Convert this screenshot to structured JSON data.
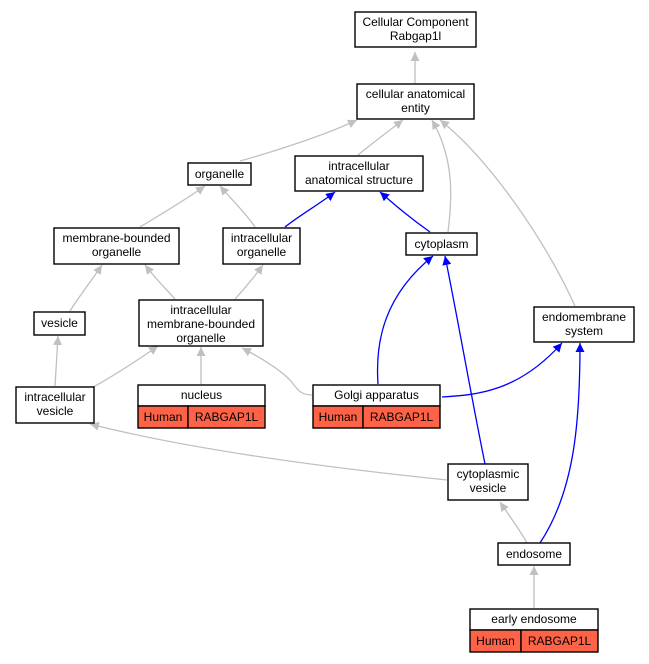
{
  "colors": {
    "grey_edge": "#c0c0c0",
    "blue_edge": "#0000ff",
    "annotation_fill": "#ff6347",
    "node_border": "#000000"
  },
  "nodes": {
    "root": {
      "lines": [
        "Cellular Component",
        "Rabgap1l"
      ]
    },
    "cae": {
      "lines": [
        "cellular anatomical",
        "entity"
      ]
    },
    "organelle": {
      "lines": [
        "organelle"
      ]
    },
    "ias": {
      "lines": [
        "intracellular",
        "anatomical structure"
      ]
    },
    "mbo": {
      "lines": [
        "membrane-bounded",
        "organelle"
      ]
    },
    "io": {
      "lines": [
        "intracellular",
        "organelle"
      ]
    },
    "cytoplasm": {
      "lines": [
        "cytoplasm"
      ]
    },
    "vesicle": {
      "lines": [
        "vesicle"
      ]
    },
    "imbo": {
      "lines": [
        "intracellular",
        "membrane-bounded",
        "organelle"
      ]
    },
    "endo_sys": {
      "lines": [
        "endomembrane",
        "system"
      ]
    },
    "iv": {
      "lines": [
        "intracellular",
        "vesicle"
      ]
    },
    "nucleus": {
      "lines": [
        "nucleus"
      ],
      "annotation": [
        "Human",
        "RABGAP1L"
      ]
    },
    "golgi": {
      "lines": [
        "Golgi apparatus"
      ],
      "annotation": [
        "Human",
        "RABGAP1L"
      ]
    },
    "cv": {
      "lines": [
        "cytoplasmic",
        "vesicle"
      ]
    },
    "endosome": {
      "lines": [
        "endosome"
      ]
    },
    "early": {
      "lines": [
        "early endosome"
      ],
      "annotation": [
        "Human",
        "RABGAP1L"
      ]
    }
  },
  "edges": [
    {
      "from": "cae",
      "to": "root",
      "color": "grey"
    },
    {
      "from": "organelle",
      "to": "cae",
      "color": "grey"
    },
    {
      "from": "ias",
      "to": "cae",
      "color": "grey"
    },
    {
      "from": "cytoplasm",
      "to": "cae",
      "color": "grey"
    },
    {
      "from": "endo_sys",
      "to": "cae",
      "color": "grey"
    },
    {
      "from": "mbo",
      "to": "organelle",
      "color": "grey"
    },
    {
      "from": "io",
      "to": "organelle",
      "color": "grey"
    },
    {
      "from": "io",
      "to": "ias",
      "color": "blue"
    },
    {
      "from": "cytoplasm",
      "to": "ias",
      "color": "blue"
    },
    {
      "from": "vesicle",
      "to": "mbo",
      "color": "grey"
    },
    {
      "from": "imbo",
      "to": "mbo",
      "color": "grey"
    },
    {
      "from": "imbo",
      "to": "io",
      "color": "grey"
    },
    {
      "from": "iv",
      "to": "vesicle",
      "color": "grey"
    },
    {
      "from": "iv",
      "to": "imbo",
      "color": "grey"
    },
    {
      "from": "nucleus",
      "to": "imbo",
      "color": "grey"
    },
    {
      "from": "golgi",
      "to": "imbo",
      "color": "grey"
    },
    {
      "from": "golgi",
      "to": "cytoplasm",
      "color": "blue"
    },
    {
      "from": "golgi",
      "to": "endo_sys",
      "color": "blue"
    },
    {
      "from": "cv",
      "to": "iv",
      "color": "grey"
    },
    {
      "from": "cv",
      "to": "cytoplasm",
      "color": "blue"
    },
    {
      "from": "endosome",
      "to": "cv",
      "color": "grey"
    },
    {
      "from": "endosome",
      "to": "endo_sys",
      "color": "blue"
    },
    {
      "from": "early",
      "to": "endosome",
      "color": "grey"
    }
  ]
}
